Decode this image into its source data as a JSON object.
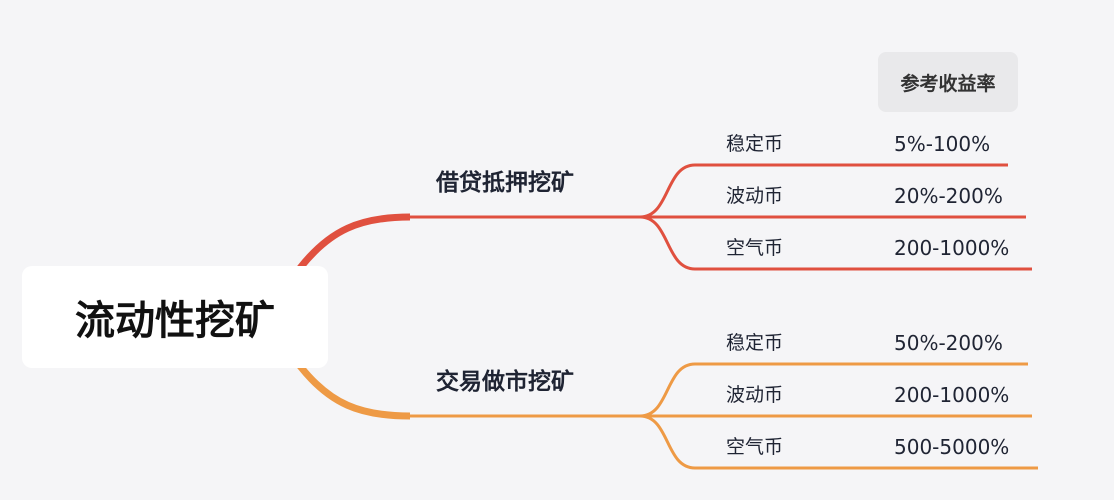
{
  "root": {
    "label": "流动性挖矿"
  },
  "header": {
    "label": "参考收益率"
  },
  "colors": {
    "branch1": "#e0503f",
    "branch2": "#ee9a45"
  },
  "branches": [
    {
      "label": "借贷抵押挖矿",
      "children": [
        {
          "label": "稳定币",
          "value": "5%-100%"
        },
        {
          "label": "波动币",
          "value": "20%-200%"
        },
        {
          "label": "空气币",
          "value": "200-1000%"
        }
      ]
    },
    {
      "label": "交易做市挖矿",
      "children": [
        {
          "label": "稳定币",
          "value": "50%-200%"
        },
        {
          "label": "波动币",
          "value": "200-1000%"
        },
        {
          "label": "空气币",
          "value": "500-5000%"
        }
      ]
    }
  ]
}
